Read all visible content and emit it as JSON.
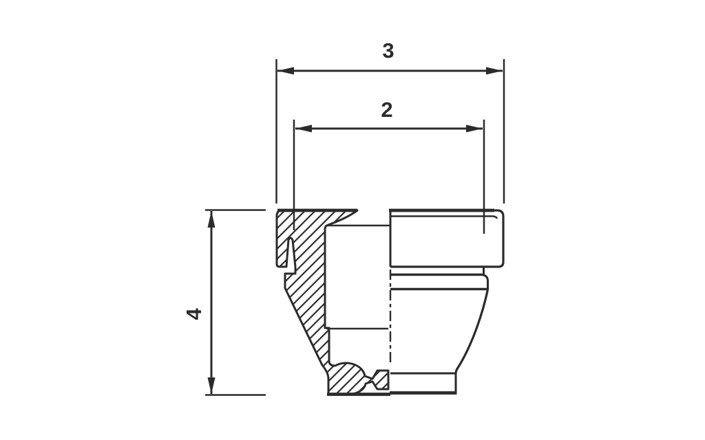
{
  "drawing": {
    "background_color": "#ffffff",
    "line_color": "#2b2b2b",
    "dimensions": {
      "overall_width": {
        "label": "3"
      },
      "inner_width": {
        "label": "2"
      },
      "overall_height": {
        "label": "4"
      }
    }
  }
}
